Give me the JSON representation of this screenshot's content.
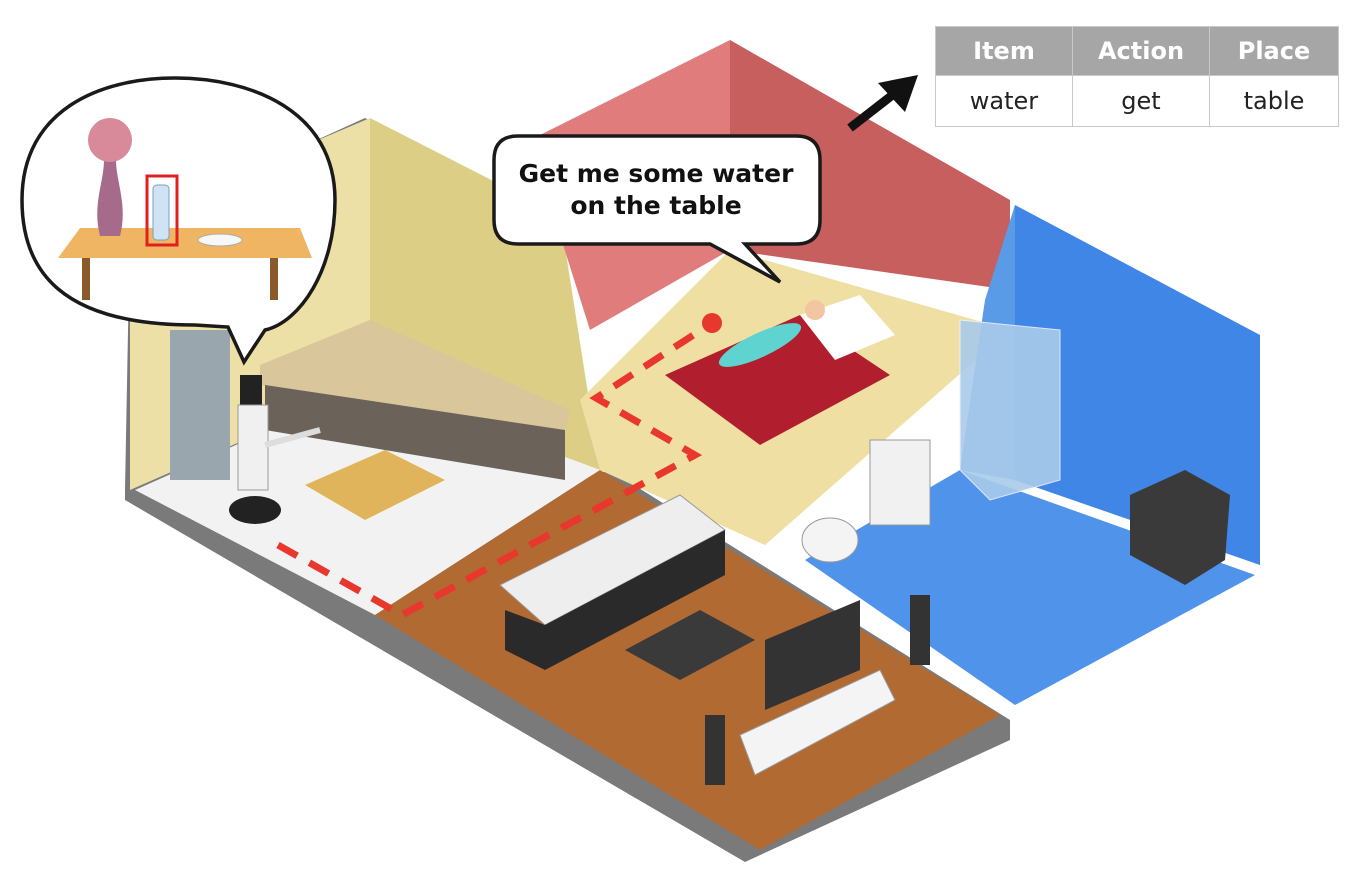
{
  "speech": {
    "line1": "Get me some water",
    "line2": "on the table"
  },
  "command_table": {
    "headers": [
      "Item",
      "Action",
      "Place"
    ],
    "row": [
      "water",
      "get",
      "table"
    ]
  },
  "colors": {
    "path": "#e8372c",
    "highlight_box": "#e02020",
    "table_header": "#a6a6a6",
    "bedroom_wall": "#d9706f",
    "kitchen_wall": "#e8dc9a",
    "bathroom_tile": "#3f86e6",
    "floor_wood": "#b06a32"
  },
  "icons": [
    "robot-icon",
    "person-icon",
    "water-bottle-icon",
    "vase-icon",
    "arrow-icon"
  ]
}
